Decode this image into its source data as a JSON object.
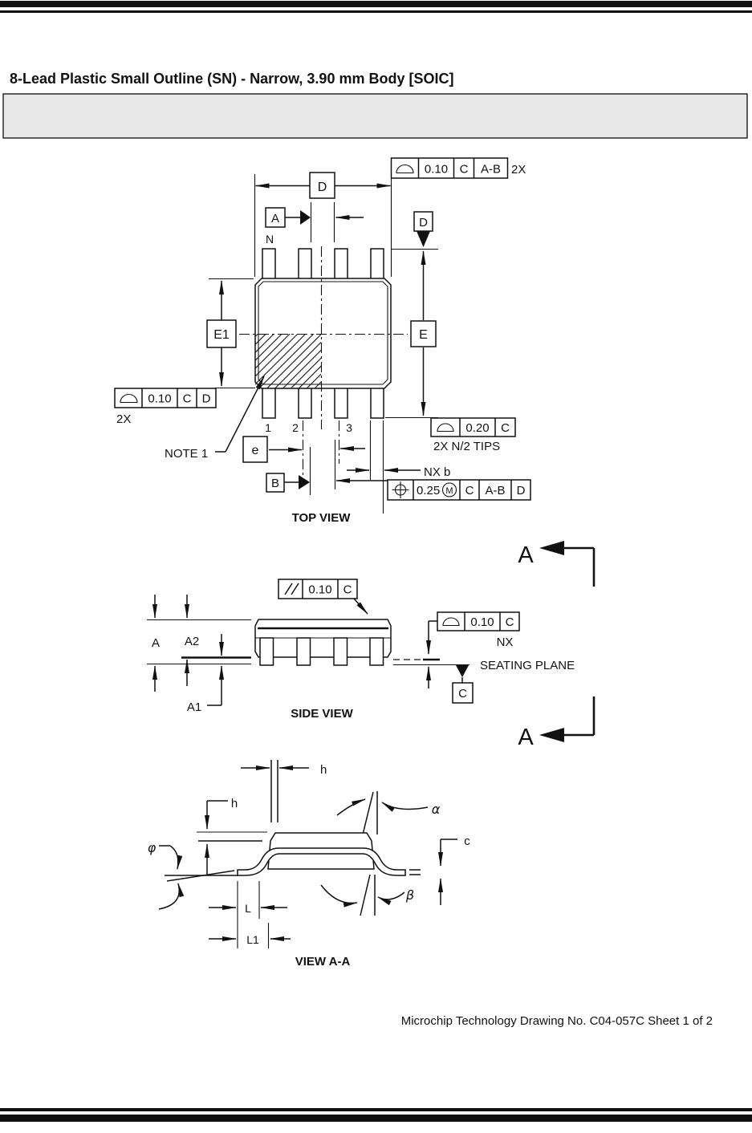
{
  "page": {
    "title": "8-Lead Plastic Small Outline (SN) - Narrow, 3.90 mm Body [SOIC]",
    "footer": "Microchip Technology Drawing No. C04-057C Sheet 1 of 2"
  },
  "top_view": {
    "caption": "TOP VIEW",
    "n_label": "N",
    "pin1": "1",
    "pin2": "2",
    "pin3": "3",
    "dim_d": "D",
    "dim_e": "E",
    "dim_e1": "E1",
    "dim_pitch": "e",
    "dim_b": "NX b",
    "datum_a": "A",
    "datum_b": "B",
    "datum_d": "D",
    "note1": "NOTE 1",
    "fcf_top": {
      "tol": "0.10",
      "d1": "C",
      "d2": "A-B",
      "suffix": "2X"
    },
    "fcf_left": {
      "tol": "0.10",
      "d1": "C",
      "d2": "D",
      "suffix": "2X"
    },
    "fcf_tips": {
      "tol": "0.20",
      "d1": "C",
      "suffix": "2X N/2 TIPS"
    },
    "fcf_pos": {
      "tol": "0.25",
      "mod": "M",
      "d1": "C",
      "d2": "A-B",
      "d3": "D"
    }
  },
  "side_view": {
    "caption": "SIDE VIEW",
    "section": "A",
    "dim_a": "A",
    "dim_a1": "A1",
    "dim_a2": "A2",
    "fcf_par": {
      "tol": "0.10",
      "d1": "C"
    },
    "fcf_seat": {
      "tol": "0.10",
      "d1": "C",
      "suffix": "NX"
    },
    "seating_plane": "SEATING PLANE",
    "datum_c": "C"
  },
  "view_aa": {
    "caption": "VIEW A-A",
    "dim_h_top": "h",
    "dim_h_left": "h",
    "alpha": "α",
    "beta": "β",
    "phi": "φ",
    "dim_c": "c",
    "dim_l": "L",
    "dim_l1": "L1"
  }
}
